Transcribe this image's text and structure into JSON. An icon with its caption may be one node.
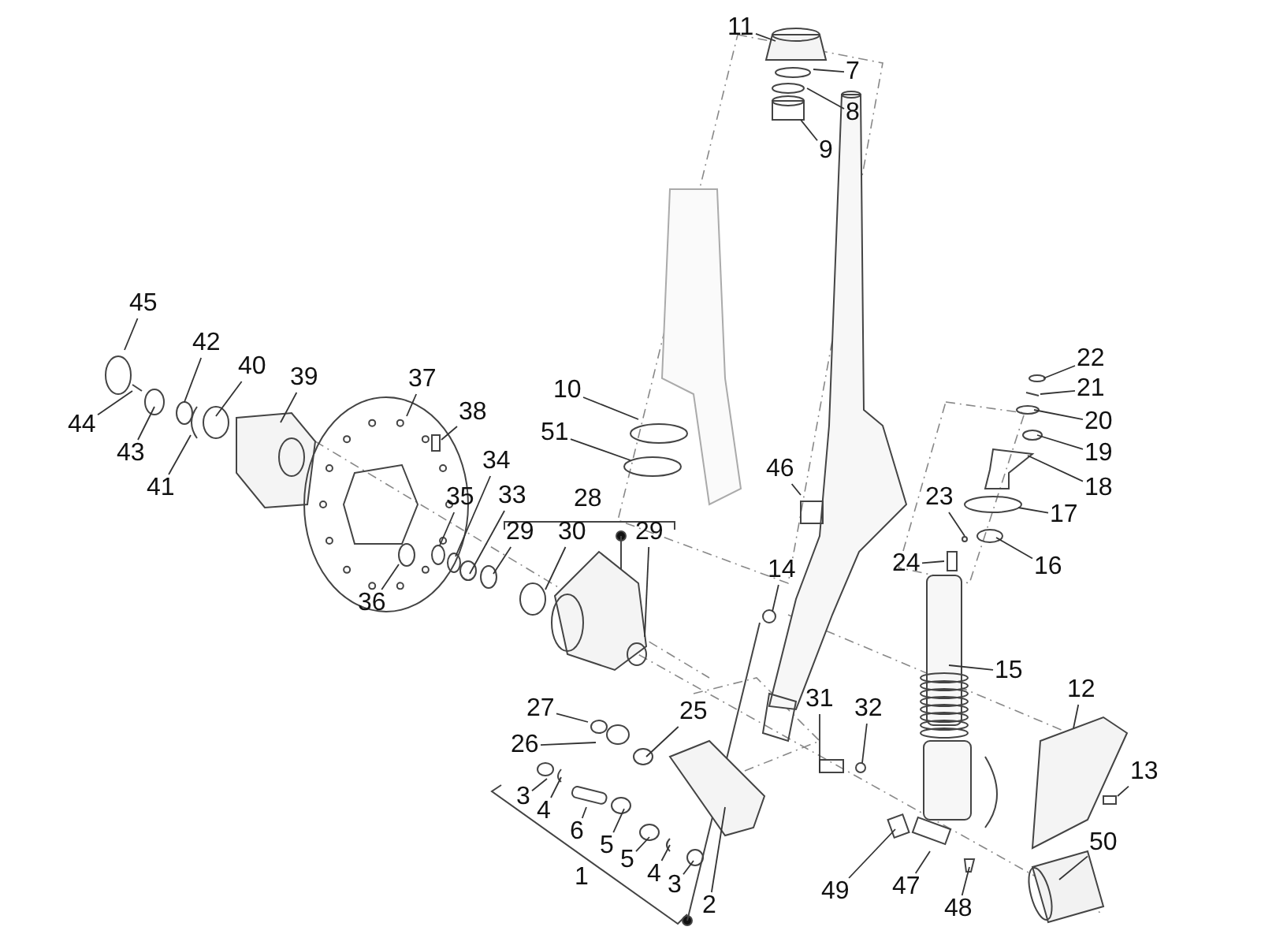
{
  "diagram": {
    "nodes": [
      {
        "text": [
          "11"
        ]
      },
      {
        "text": [
          "7"
        ]
      },
      {
        "text": [
          "8"
        ]
      },
      {
        "text": [
          "9"
        ]
      },
      {
        "text": [
          "10"
        ]
      },
      {
        "text": [
          "51"
        ]
      },
      {
        "text": [
          "22"
        ]
      },
      {
        "text": [
          "21"
        ]
      },
      {
        "text": [
          "20"
        ]
      },
      {
        "text": [
          "19"
        ]
      },
      {
        "text": [
          "18"
        ]
      },
      {
        "text": [
          "17"
        ]
      },
      {
        "text": [
          "16"
        ]
      },
      {
        "text": [
          "23"
        ]
      },
      {
        "text": [
          "24"
        ]
      },
      {
        "text": [
          "46"
        ]
      },
      {
        "text": [
          "14"
        ]
      },
      {
        "text": [
          "15"
        ]
      },
      {
        "text": [
          "12"
        ]
      },
      {
        "text": [
          "13"
        ]
      },
      {
        "text": [
          "50"
        ]
      },
      {
        "text": [
          "31"
        ]
      },
      {
        "text": [
          "32"
        ]
      },
      {
        "text": [
          "49"
        ]
      },
      {
        "text": [
          "47"
        ]
      },
      {
        "text": [
          "48"
        ]
      },
      {
        "text": [
          "45"
        ]
      },
      {
        "text": [
          "44"
        ]
      },
      {
        "text": [
          "43"
        ]
      },
      {
        "text": [
          "42"
        ]
      },
      {
        "text": [
          "41"
        ]
      },
      {
        "text": [
          "40"
        ]
      },
      {
        "text": [
          "39"
        ]
      },
      {
        "text": [
          "37"
        ]
      },
      {
        "text": [
          "38"
        ]
      },
      {
        "text": [
          "35"
        ]
      },
      {
        "text": [
          "34"
        ]
      },
      {
        "text": [
          "33"
        ]
      },
      {
        "text": [
          "29"
        ]
      },
      {
        "text": [
          "30"
        ]
      },
      {
        "text": [
          "29"
        ]
      },
      {
        "text": [
          "36"
        ]
      },
      {
        "text": [
          "27"
        ]
      },
      {
        "text": [
          "26"
        ]
      },
      {
        "text": [
          "25"
        ]
      },
      {
        "text": [
          "3"
        ]
      },
      {
        "text": [
          "4"
        ]
      },
      {
        "text": [
          "6"
        ]
      },
      {
        "text": [
          "5"
        ]
      },
      {
        "text": [
          "5"
        ]
      },
      {
        "text": [
          "4"
        ]
      },
      {
        "text": [
          "3"
        ]
      },
      {
        "text": [
          "2"
        ]
      }
    ],
    "edges": [
      {
        "from": 0,
        "to": null,
        "arrow": "none"
      },
      {
        "from": 1,
        "to": null,
        "arrow": "none"
      },
      {
        "from": 2,
        "to": null,
        "arrow": "none"
      },
      {
        "from": 3,
        "to": null,
        "arrow": "none"
      },
      {
        "from": 4,
        "to": null,
        "arrow": "none"
      },
      {
        "from": 5,
        "to": null,
        "arrow": "none"
      },
      {
        "from": 6,
        "to": null,
        "arrow": "none"
      },
      {
        "from": 7,
        "to": null,
        "arrow": "none"
      },
      {
        "from": 8,
        "to": null,
        "arrow": "none"
      },
      {
        "from": 9,
        "to": null,
        "arrow": "none"
      },
      {
        "from": 10,
        "to": null,
        "arrow": "none"
      },
      {
        "from": 11,
        "to": null,
        "arrow": "none"
      },
      {
        "from": 12,
        "to": null,
        "arrow": "none"
      },
      {
        "from": 13,
        "to": null,
        "arrow": "none"
      },
      {
        "from": 14,
        "to": null,
        "arrow": "none"
      },
      {
        "from": 15,
        "to": null,
        "arrow": "none"
      },
      {
        "from": 16,
        "to": null,
        "arrow": "none"
      },
      {
        "from": 17,
        "to": null,
        "arrow": "none"
      },
      {
        "from": 18,
        "to": null,
        "arrow": "none"
      },
      {
        "from": 19,
        "to": null,
        "arrow": "none"
      },
      {
        "from": 20,
        "to": null,
        "arrow": "none"
      },
      {
        "from": 21,
        "to": null,
        "arrow": "none"
      },
      {
        "from": 22,
        "to": null,
        "arrow": "none"
      },
      {
        "from": 23,
        "to": null,
        "arrow": "none"
      },
      {
        "from": 24,
        "to": null,
        "arrow": "none"
      },
      {
        "from": 25,
        "to": null,
        "arrow": "none"
      },
      {
        "from": 26,
        "to": null,
        "arrow": "none"
      },
      {
        "from": 27,
        "to": null,
        "arrow": "none"
      },
      {
        "from": 28,
        "to": null,
        "arrow": "none"
      },
      {
        "from": 29,
        "to": null,
        "arrow": "none"
      },
      {
        "from": 30,
        "to": null,
        "arrow": "none"
      },
      {
        "from": 31,
        "to": null,
        "arrow": "none"
      },
      {
        "from": 32,
        "to": null,
        "arrow": "none"
      },
      {
        "from": 33,
        "to": null,
        "arrow": "none"
      },
      {
        "from": 34,
        "to": null,
        "arrow": "none"
      },
      {
        "from": 35,
        "to": null,
        "arrow": "none"
      },
      {
        "from": 36,
        "to": null,
        "arrow": "none"
      },
      {
        "from": 37,
        "to": null,
        "arrow": "none"
      },
      {
        "from": 38,
        "to": null,
        "arrow": "none"
      },
      {
        "from": 39,
        "to": null,
        "arrow": "none"
      },
      {
        "from": 40,
        "to": null,
        "arrow": "none"
      },
      {
        "from": 41,
        "to": null,
        "arrow": "none"
      },
      {
        "from": 42,
        "to": null,
        "arrow": "none"
      },
      {
        "from": 43,
        "to": null,
        "arrow": "none"
      },
      {
        "from": 44,
        "to": null,
        "arrow": "none"
      },
      {
        "from": 45,
        "to": null,
        "arrow": "none"
      },
      {
        "from": 46,
        "to": null,
        "arrow": "none"
      },
      {
        "from": 47,
        "to": null,
        "arrow": "none"
      },
      {
        "from": 48,
        "to": null,
        "arrow": "none"
      },
      {
        "from": 49,
        "to": null,
        "arrow": "none"
      },
      {
        "from": 50,
        "to": null,
        "arrow": "none"
      },
      {
        "from": 51,
        "to": null,
        "arrow": "none"
      },
      {
        "from": 52,
        "to": null,
        "arrow": "none"
      }
    ],
    "labels": [
      "28",
      "1"
    ]
  }
}
